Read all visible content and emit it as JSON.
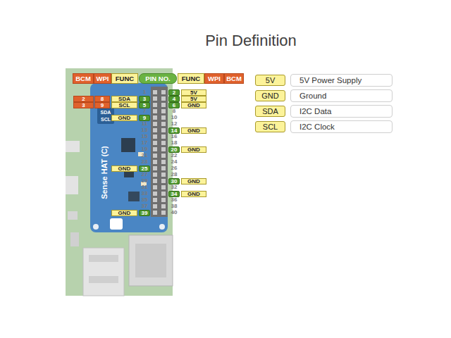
{
  "diagram": {
    "title": "Pin Definition",
    "labels": [
      "BCM",
      "WPI",
      "FUNC",
      "PIN NO.",
      "FUNC",
      "WPI",
      "BCM",
      "1",
      "2",
      "5V",
      "2",
      "8",
      "SDA",
      "3",
      "4",
      "5V",
      "3",
      "9",
      "SCL",
      "5",
      "6",
      "GND",
      "7",
      "8",
      "GND",
      "9",
      "10",
      "11",
      "12",
      "13",
      "14",
      "GND",
      "15",
      "16",
      "17",
      "18",
      "19",
      "20",
      "GND",
      "21",
      "22",
      "23",
      "24",
      "GND",
      "25",
      "26",
      "27",
      "28",
      "29",
      "30",
      "GND",
      "31",
      "32",
      "33",
      "34",
      "GND",
      "35",
      "36",
      "37",
      "38",
      "GND",
      "39",
      "40",
      "SDA",
      "SCL",
      "Sense HAT (C)",
      "5V",
      "GND",
      "SDA",
      "SCL"
    ],
    "legend": [
      {
        "text": "5V Power Supply",
        "color": "#fcf39a"
      },
      {
        "text": "Ground",
        "color": "#fcf39a"
      },
      {
        "text": "I2C Data",
        "color": "#fcf39a"
      },
      {
        "text": "I2C Clock",
        "color": "#fcf39a"
      }
    ]
  }
}
